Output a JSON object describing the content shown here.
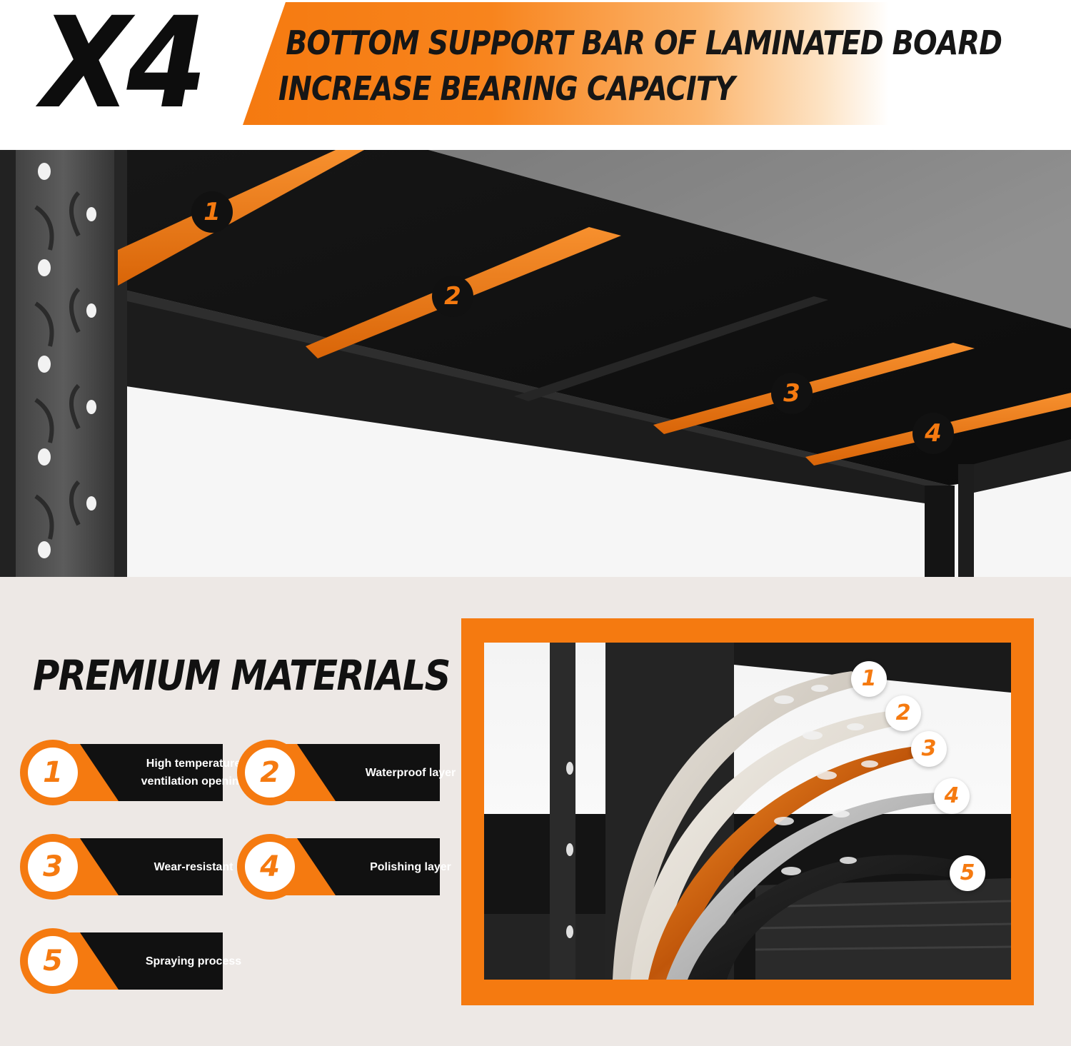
{
  "header": {
    "multiplier": "X4",
    "line1": "BOTTOM SUPPORT BAR OF LAMINATED BOARD",
    "line2": "INCREASE BEARING CAPACITY"
  },
  "support_bars": {
    "labels": [
      "1",
      "2",
      "3",
      "4"
    ]
  },
  "materials": {
    "title": "PREMIUM MATERIALS",
    "items": [
      {
        "number": "1",
        "label": "High temperature ventilation opening"
      },
      {
        "number": "2",
        "label": "Waterproof layer"
      },
      {
        "number": "3",
        "label": "Wear-resistant"
      },
      {
        "number": "4",
        "label": "Polishing layer"
      },
      {
        "number": "5",
        "label": "Spraying process"
      }
    ]
  },
  "layers": {
    "labels": [
      "1",
      "2",
      "3",
      "4",
      "5"
    ]
  },
  "colors": {
    "accent": "#f57a10",
    "dark": "#111111",
    "panel_bg": "#ede8e5"
  }
}
